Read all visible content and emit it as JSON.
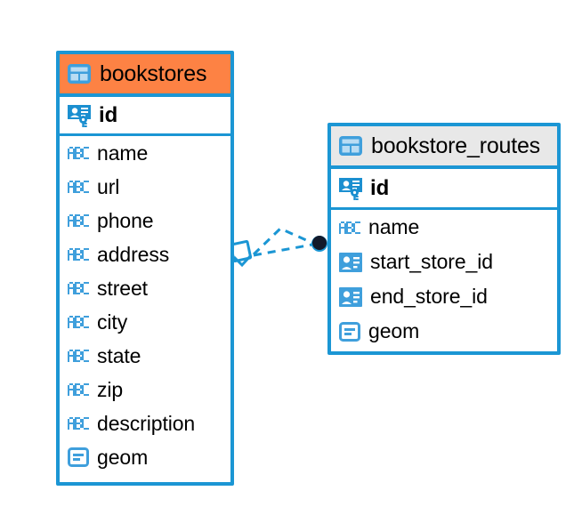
{
  "diagram": {
    "type": "entity-relationship-diagram",
    "background_color": "#ffffff",
    "accent_color": "#1b96d4",
    "highlight_color": "#fd8244",
    "header_color": "#e8e8e8"
  },
  "entities": [
    {
      "name": "bookstores",
      "header_icon": "table-icon",
      "header_color": "#fd8244",
      "selected": true,
      "attributes": [
        {
          "name": "id",
          "icon": "primary-key-icon",
          "key": "primary"
        },
        {
          "name": "name",
          "icon": "text-abc-icon",
          "key": "none"
        },
        {
          "name": "url",
          "icon": "text-abc-icon",
          "key": "none"
        },
        {
          "name": "phone",
          "icon": "text-abc-icon",
          "key": "none"
        },
        {
          "name": "address",
          "icon": "text-abc-icon",
          "key": "none"
        },
        {
          "name": "street",
          "icon": "text-abc-icon",
          "key": "none"
        },
        {
          "name": "city",
          "icon": "text-abc-icon",
          "key": "none"
        },
        {
          "name": "state",
          "icon": "text-abc-icon",
          "key": "none"
        },
        {
          "name": "zip",
          "icon": "text-abc-icon",
          "key": "none"
        },
        {
          "name": "description",
          "icon": "text-abc-icon",
          "key": "none"
        },
        {
          "name": "geom",
          "icon": "geometry-icon",
          "key": "none"
        }
      ]
    },
    {
      "name": "bookstore_routes",
      "header_icon": "table-icon",
      "header_color": "#e8e8e8",
      "selected": false,
      "attributes": [
        {
          "name": "id",
          "icon": "primary-key-icon",
          "key": "primary"
        },
        {
          "name": "name",
          "icon": "text-abc-icon",
          "key": "none"
        },
        {
          "name": "start_store_id",
          "icon": "foreign-key-icon",
          "key": "foreign"
        },
        {
          "name": "end_store_id",
          "icon": "foreign-key-icon",
          "key": "foreign"
        },
        {
          "name": "geom",
          "icon": "geometry-icon",
          "key": "none"
        }
      ]
    }
  ],
  "relationship": {
    "from_entity": "bookstore_routes",
    "to_entity": "bookstores",
    "line_style": "dashed",
    "line_color": "#1b96d4",
    "source_marker": "filled-circle",
    "target_marker": "diamond-crowsfoot",
    "branch_count": 2
  }
}
